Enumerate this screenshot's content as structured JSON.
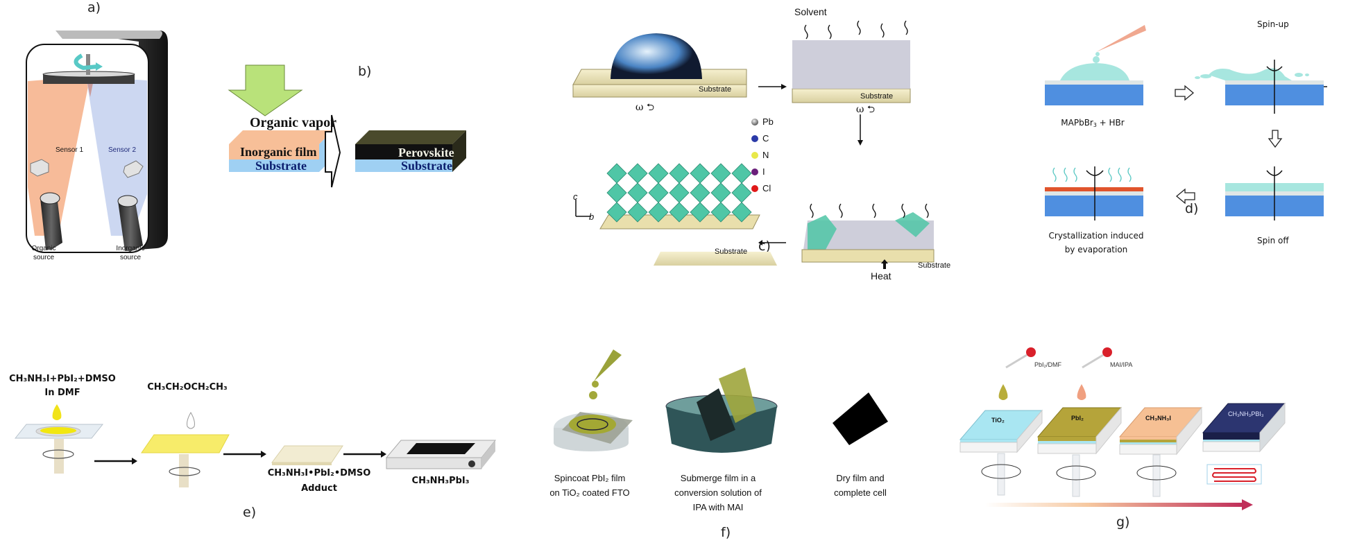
{
  "figure": {
    "panels": {
      "a": {
        "label": "a)",
        "sensor1": "Sensor 1",
        "sensor2": "Sensor 2",
        "source1_line1": "Organic",
        "source1_line2": "source",
        "source2_line1": "Inorganic",
        "source2_line2": "source",
        "colors": {
          "organic_beam": "#f6b48e",
          "inorganic_beam": "#c7d3ef"
        }
      },
      "b": {
        "label": "b)",
        "arrow_text": "Organic vapor",
        "left_top_layer": "Inorganic film",
        "left_bottom_layer": "Substrate",
        "right_top_layer": "Perovskite",
        "right_bottom_layer": "Substrate",
        "colors": {
          "vapor": "#b9e27a",
          "inorganic": "#f7bf98",
          "substrate": "#9fd0f3",
          "perovskite": "#4a4a2c"
        }
      },
      "c": {
        "label": "c)",
        "solvent": "Solvent",
        "substrate": "Substrate",
        "omega": "ω",
        "heat": "Heat",
        "axis_c": "c",
        "axis_b": "b",
        "legend": [
          {
            "symbol": "Pb",
            "color": "#555555"
          },
          {
            "symbol": "C",
            "color": "#2b3aa8"
          },
          {
            "symbol": "N",
            "color": "#e8e84a"
          },
          {
            "symbol": "I",
            "color": "#6a1f7a"
          },
          {
            "symbol": "Cl",
            "color": "#e01818"
          }
        ]
      },
      "d": {
        "label": "d)",
        "step1": "MAPbBr₃ + HBr",
        "step1_main": "MAPbBr",
        "step1_sub": "3",
        "step1_tail": " + HBr",
        "step2": "Spin-up",
        "step3": "Spin off",
        "step4_line1": "Crystallization induced",
        "step4_line2": "by evaporation",
        "colors": {
          "solution": "#a7e6df",
          "substrate": "#4f8fe0",
          "perovskite": "#e0542c"
        }
      },
      "e": {
        "label": "e)",
        "precursor_line1": "CH₃NH₃I+PbI₂+DMSO",
        "precursor_line2": "In DMF",
        "antisolvent": "CH₃CH₂OCH₂CH₃",
        "adduct_line1": "CH₃NH₃I•PbI₂•DMSO",
        "adduct_line2": "Adduct",
        "product": "CH₃NH₃PbI₃"
      },
      "f": {
        "label": "f)",
        "step1_line1": "Spincoat PbI₂ film",
        "step1_line2": "on TiO₂ coated FTO",
        "step2_line1": "Submerge film in a",
        "step2_line2": "conversion solution of",
        "step2_line3": "IPA with MAI",
        "step3_line1": "Dry film and",
        "step3_line2": "complete cell"
      },
      "g": {
        "label": "g)",
        "dropper1": "PbI₂/DMF",
        "dropper2": "MAI/IPA",
        "layer1": "TiO₂",
        "layer2": "PbI₂",
        "layer3": "CH₃NH₃I",
        "layer4": "CH₃NH₃PBI₃",
        "colors": {
          "tio2": "#a9e6f2",
          "pbi2": "#b5a43a",
          "mai": "#f6c094",
          "perovskite": "#2c3570"
        }
      }
    }
  }
}
